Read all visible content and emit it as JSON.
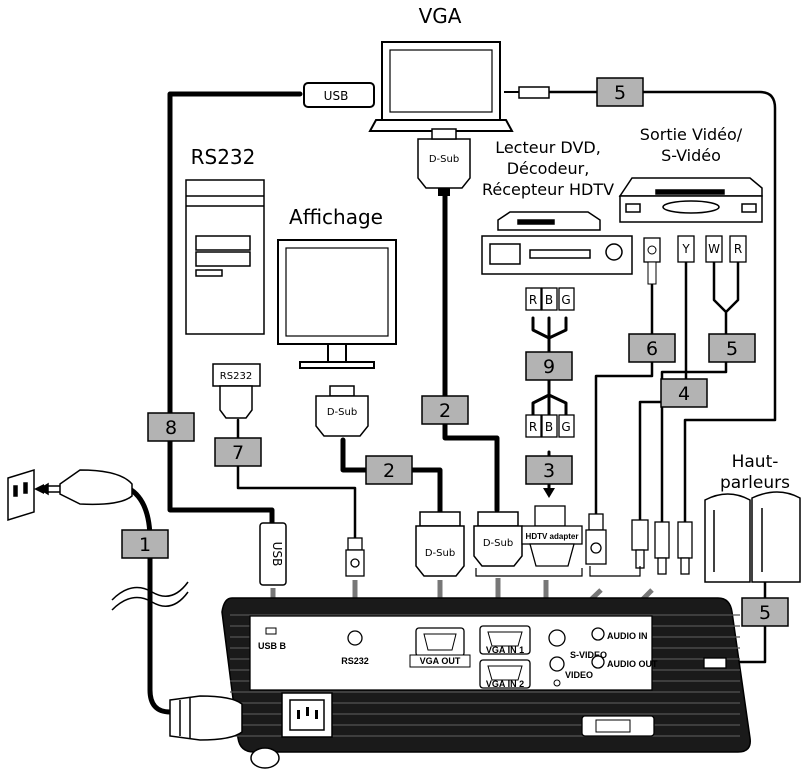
{
  "labels": {
    "vga": "VGA",
    "rs232": "RS232",
    "display": "Affichage",
    "dvd_line1": "Lecteur DVD,",
    "dvd_line2": "Décodeur,",
    "dvd_line3": "Récepteur HDTV",
    "video_out_line1": "Sortie Vidéo/",
    "video_out_line2": "S-Vidéo",
    "speakers_line1": "Haut-",
    "speakers_line2": "parleurs"
  },
  "connectors": {
    "usb": "USB",
    "dsub": "D-Sub",
    "rs232": "RS232",
    "hdtv_adapter": "HDTV adapter",
    "r": "R",
    "b": "B",
    "g": "G",
    "w": "W",
    "y": "Y"
  },
  "ports": {
    "usb_b": "USB B",
    "rs232": "RS232",
    "vga_out": "VGA OUT",
    "vga_in1": "VGA IN 1",
    "vga_in2": "VGA IN 2",
    "s_video": "S-VIDEO",
    "video": "VIDEO",
    "audio_in": "AUDIO IN",
    "audio_out": "AUDIO OUT"
  },
  "cable_numbers": {
    "c1": "1",
    "c2a": "2",
    "c2b": "2",
    "c3": "3",
    "c4": "4",
    "c5a": "5",
    "c5b": "5",
    "c5c": "5",
    "c6": "6",
    "c7": "7",
    "c8": "8",
    "c9": "9"
  },
  "colors": {
    "tag_fill": "#b3b3b3",
    "cable": "#000000",
    "projector": "#1a1a1a"
  }
}
